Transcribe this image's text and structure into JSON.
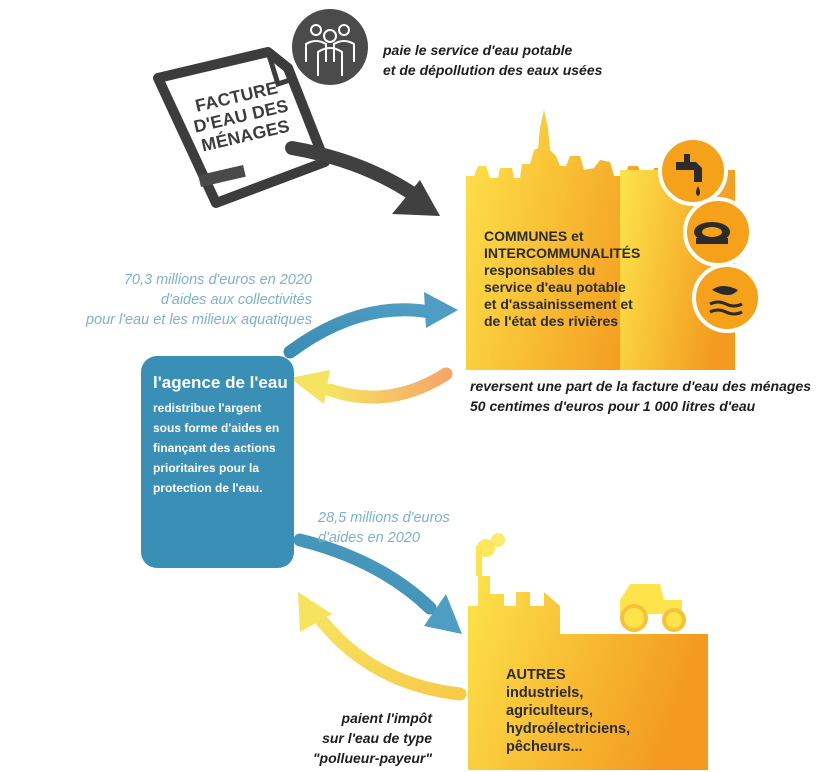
{
  "facture": {
    "title_line1": "FACTURE",
    "title_line2": "D'EAU DES",
    "title_line3": "MÉNAGES"
  },
  "menages": {
    "paie_line1": "paie le service d'eau potable",
    "paie_line2": "et de dépollution des eaux usées"
  },
  "communes": {
    "line1": "COMMUNES et",
    "line2": "INTERCOMMUNALITÉS",
    "line3": "responsables du",
    "line4": "service d'eau potable",
    "line5": "et d'assainissement et",
    "line6": "de l'état des rivières",
    "icons": [
      "tap-icon",
      "pipes-icon",
      "river-icon"
    ]
  },
  "aides_collectivites": {
    "line1": "70,3 millions d'euros en 2020",
    "line2": "d'aides aux collectivités",
    "line3": "pour l'eau et les milieux aquatiques"
  },
  "reversent": {
    "line1": "reversent une part de la facture d'eau des ménages",
    "line2": "50 centimes d'euros pour 1 000 litres d'eau"
  },
  "agence": {
    "title": "l'agence de l'eau",
    "desc_line1": "redistribue l'argent",
    "desc_line2": "sous forme d'aides en",
    "desc_line3": "finançant des actions",
    "desc_line4": "prioritaires pour la",
    "desc_line5": "protection de l'eau."
  },
  "aides_autres": {
    "line1": "28,5 millions d'euros",
    "line2": "d'aides en 2020"
  },
  "autres": {
    "line1": "AUTRES",
    "line2": "industriels,",
    "line3": "agriculteurs,",
    "line4": "hydroélectriciens,",
    "line5": "pêcheurs..."
  },
  "paient": {
    "line1": "paient l'impôt",
    "line2": "sur l'eau de type",
    "line3": "\"pollueur-payeur\""
  },
  "colors": {
    "blue_box": "#3a8fb7",
    "orange": "#f5a31a",
    "yellow": "#ffe14a",
    "blue_arrow": "#3f8fb4",
    "yellow_arrow": "#f6e45c",
    "dark": "#3c3c3c"
  }
}
